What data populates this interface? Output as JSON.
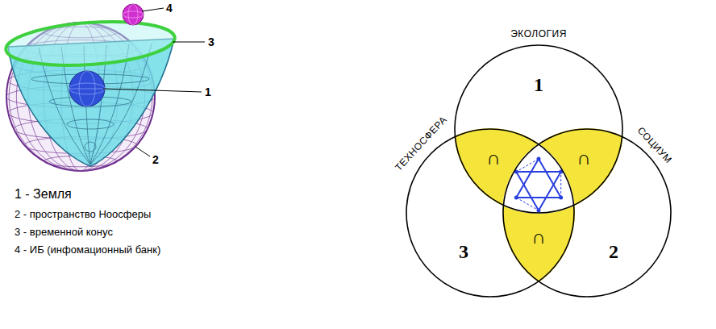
{
  "diagram": {
    "nodes": [
      {
        "text": [
          "ЭКОЛОГИЯ",
          "1"
        ]
      },
      {
        "text": [
          "ТЕХНОСФЕРА",
          "3"
        ]
      },
      {
        "text": [
          "СОЦИУМ",
          "2"
        ]
      }
    ],
    "labels": [
      "4",
      "3",
      "1",
      "2",
      "1 - Земля",
      "2 - пространство Ноосферы",
      "3 - временной конус",
      "4 - ИБ (инфомационный банк)",
      "∩",
      "∩",
      "∩"
    ]
  }
}
